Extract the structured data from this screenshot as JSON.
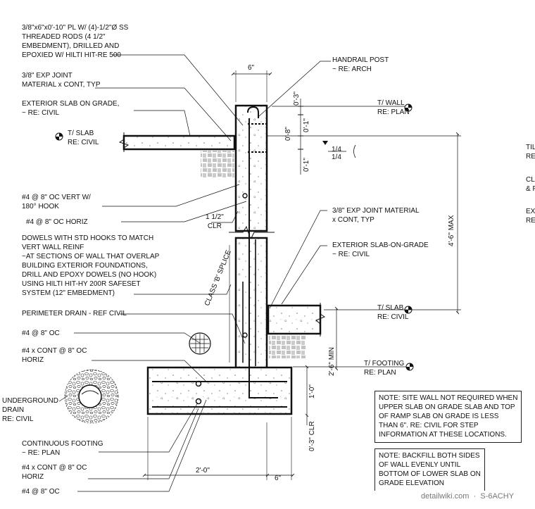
{
  "labels": {
    "plate_rods": "3/8\"x6\"x0'-10\" PL W/ (4)-1/2\"Ø SS\nTHREADED RODS (4 1/2\"\nEMBEDMENT), DRILLED AND\nEPOXIED W/ HILTI HIT-RE 500",
    "exp_joint_top": "3/8\" EXP JOINT\nMATERIAL x CONT, TYP",
    "ext_slab_top": "EXTERIOR SLAB ON GRADE,\n~ RE: CIVIL",
    "t_slab_left": "T/ SLAB\nRE: CIVIL",
    "vert_bars": "#4 @ 8\" OC VERT W/\n180° HOOK",
    "horiz_bars_top": "#4 @ 8\" OC HORIZ",
    "dowels": "DOWELS WITH STD HOOKS TO MATCH\nVERT WALL REINF\n~AT SECTIONS OF WALL THAT OVERLAP\nBUILDING EXTERIOR FOUNDATIONS,\nDRILL AND EPOXY DOWELS (NO HOOK)\nUSING HILTI HIT-HY 200R SAFESET\nSYSTEM (12\" EMBEDMENT)",
    "perimeter_drain": "PERIMETER DRAIN - REF CIVIL",
    "bars_8oc": "#4 @ 8\" OC",
    "cont_horiz_1": "#4 x CONT @ 8\" OC\nHORIZ",
    "underground_drain": "UNDERGROUND\nDRAIN\nRE: CIVIL",
    "cont_footing": "CONTINUOUS FOOTING\n~ RE: PLAN",
    "cont_horiz_2": "#4 x CONT @ 8\" OC\nHORIZ",
    "bars_8oc_bottom": "#4 @ 8\" OC",
    "handrail": "HANDRAIL POST\n~ RE: ARCH",
    "t_wall": "T/ WALL\nRE: PLAN",
    "exp_joint_right": "3/8\" EXP JOINT MATERIAL\nx CONT, TYP",
    "ext_slab_right": "EXTERIOR SLAB-ON-GRADE\n~ RE: CIVIL",
    "t_slab_right": "T/ SLAB\nRE: CIVIL",
    "t_footing": "T/ FOOTING\nRE: PLAN",
    "clr_1_5": "1 1/2\"\nCLR",
    "splice": "CLASS 'B' SPLICE",
    "slope_top": "1/4",
    "slope_bot": "1/4",
    "right_edge_1": "TIL\nRE",
    "right_edge_2": "CL\n& F",
    "right_edge_3": "EX\nRE"
  },
  "dimensions": {
    "wall_width": "6\"",
    "top_0_3": "0'-3\"",
    "top_0_1a": "0'-1\"",
    "top_0_8": "0'-8\"",
    "top_0_1b": "0'-1\"",
    "max_height": "4'-6\" MAX",
    "min_depth": "2'-6\" MIN",
    "footing_depth": "1'-0\"",
    "clr_0_3": "0'-3\" CLR",
    "footing_width": "2'-0\"",
    "footing_edge": "6\""
  },
  "notes": {
    "note1": "NOTE: SITE WALL NOT REQUIRED WHEN\nUPPER SLAB ON GRADE SLAB AND TOP\nOF RAMP SLAB ON GRADE IS LESS\nTHAN 6\". RE: CIVIL FOR STEP\nINFORMATION AT THESE LOCATIONS.",
    "note2": "NOTE: BACKFILL BOTH SIDES\nOF WALL EVENLY UNTIL\nBOTTOM OF LOWER SLAB ON\nGRADE ELEVATION"
  },
  "watermark": "detailwiki.com  ·  S-6ACHY"
}
